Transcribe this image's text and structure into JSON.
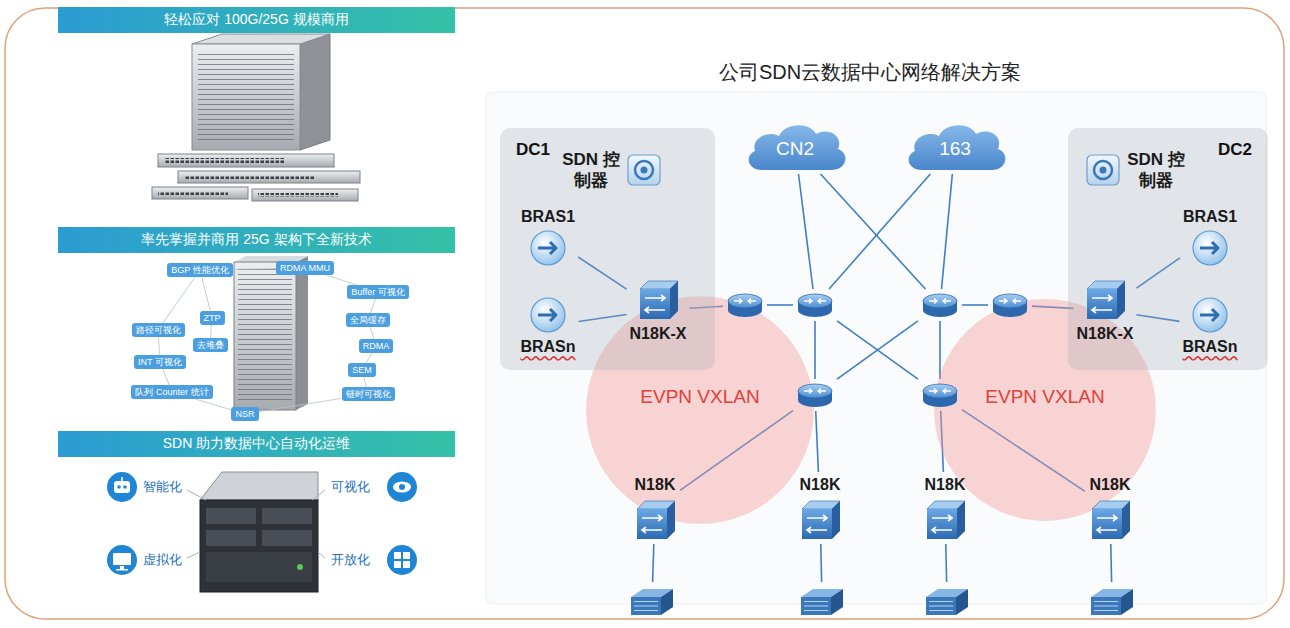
{
  "diagram": {
    "title": "公司SDN云数据中心网络解决方案",
    "nodes": [
      {
        "text": [
          "轻松应对 100G/25G 规模商用"
        ]
      },
      {
        "text": [
          "率先掌握并商用 25G 架构下全新技术"
        ]
      },
      {
        "text": [
          "BGP 性能优化"
        ]
      },
      {
        "text": [
          "RDMA MMU"
        ]
      },
      {
        "text": [
          "Buffer 可视化"
        ]
      },
      {
        "text": [
          "ZTP"
        ]
      },
      {
        "text": [
          "全局缓存"
        ]
      },
      {
        "text": [
          "路径可视化"
        ]
      },
      {
        "text": [
          "去堆叠"
        ]
      },
      {
        "text": [
          "RDMA"
        ]
      },
      {
        "text": [
          "INT 可视化"
        ]
      },
      {
        "text": [
          "SEM"
        ]
      },
      {
        "text": [
          "队列 Counter 统计"
        ]
      },
      {
        "text": [
          "链时可视化"
        ]
      },
      {
        "text": [
          "NSR"
        ]
      },
      {
        "text": [
          "SDN 助力数据中心自动化运维"
        ]
      },
      {
        "text": [
          "DC1"
        ]
      },
      {
        "text": [
          "SDN 控制器"
        ],
        "in": 16
      },
      {
        "text": [
          "BRAS1"
        ],
        "in": 16
      },
      {
        "text": [
          "BRASn"
        ],
        "in": 16
      },
      {
        "text": [
          "N18K-X"
        ],
        "in": 16
      },
      {
        "text": [
          "CN2"
        ]
      },
      {
        "text": [
          "163"
        ]
      },
      {
        "text": [
          "DC2"
        ]
      },
      {
        "text": [
          "SDN 控制器"
        ],
        "in": 23
      },
      {
        "text": [
          "BRAS1"
        ],
        "in": 23
      },
      {
        "text": [
          "BRASn"
        ],
        "in": 23
      },
      {
        "text": [
          "N18K-X"
        ],
        "in": 23
      },
      {
        "text": []
      },
      {
        "text": []
      },
      {
        "text": []
      },
      {
        "text": []
      },
      {
        "text": [
          "EVPN VXLAN"
        ]
      },
      {
        "text": [
          "EVPN VXLAN"
        ]
      },
      {
        "text": []
      },
      {
        "text": []
      },
      {
        "text": [
          "N18K"
        ]
      },
      {
        "text": [
          "N18K"
        ]
      },
      {
        "text": [
          "N18K"
        ]
      },
      {
        "text": [
          "N18K"
        ]
      },
      {
        "text": []
      },
      {
        "text": []
      },
      {
        "text": []
      },
      {
        "text": []
      }
    ],
    "edges": [
      {
        "from": 2,
        "to": 3,
        "arrow": "none"
      },
      {
        "from": 3,
        "to": 4,
        "arrow": "none"
      },
      {
        "from": 4,
        "to": 6,
        "arrow": "none"
      },
      {
        "from": 6,
        "to": 9,
        "arrow": "none"
      },
      {
        "from": 9,
        "to": 11,
        "arrow": "none"
      },
      {
        "from": 11,
        "to": 13,
        "arrow": "none"
      },
      {
        "from": 13,
        "to": 14,
        "arrow": "none"
      },
      {
        "from": 14,
        "to": 12,
        "arrow": "none"
      },
      {
        "from": 12,
        "to": 10,
        "arrow": "none"
      },
      {
        "from": 10,
        "to": 7,
        "arrow": "none"
      },
      {
        "from": 7,
        "to": 2,
        "arrow": "none"
      },
      {
        "from": 2,
        "to": 5,
        "arrow": "none"
      },
      {
        "from": 5,
        "to": 8,
        "arrow": "none"
      },
      {
        "from": 18,
        "to": 20,
        "arrow": "none"
      },
      {
        "from": 19,
        "to": 20,
        "arrow": "none"
      },
      {
        "from": 20,
        "to": 28,
        "arrow": "none"
      },
      {
        "from": 28,
        "to": 29,
        "arrow": "none"
      },
      {
        "from": 29,
        "to": 21,
        "arrow": "none"
      },
      {
        "from": 29,
        "to": 22,
        "arrow": "none"
      },
      {
        "from": 30,
        "to": 21,
        "arrow": "none"
      },
      {
        "from": 30,
        "to": 22,
        "arrow": "none"
      },
      {
        "from": 30,
        "to": 31,
        "arrow": "none"
      },
      {
        "from": 31,
        "to": 27,
        "arrow": "none"
      },
      {
        "from": 27,
        "to": 25,
        "arrow": "none"
      },
      {
        "from": 27,
        "to": 26,
        "arrow": "none"
      },
      {
        "from": 29,
        "to": 34,
        "arrow": "none"
      },
      {
        "from": 29,
        "to": 35,
        "arrow": "none"
      },
      {
        "from": 30,
        "to": 34,
        "arrow": "none"
      },
      {
        "from": 30,
        "to": 35,
        "arrow": "none"
      },
      {
        "from": 34,
        "to": 36,
        "arrow": "none"
      },
      {
        "from": 34,
        "to": 37,
        "arrow": "none"
      },
      {
        "from": 35,
        "to": 38,
        "arrow": "none"
      },
      {
        "from": 35,
        "to": 39,
        "arrow": "none"
      },
      {
        "from": 36,
        "to": 40,
        "arrow": "none"
      },
      {
        "from": 37,
        "to": 41,
        "arrow": "none"
      },
      {
        "from": 38,
        "to": 42,
        "arrow": "none"
      },
      {
        "from": 39,
        "to": 43,
        "arrow": "none"
      }
    ],
    "labels": [
      "智能化",
      "可视化",
      "虚拟化",
      "开放化"
    ]
  }
}
